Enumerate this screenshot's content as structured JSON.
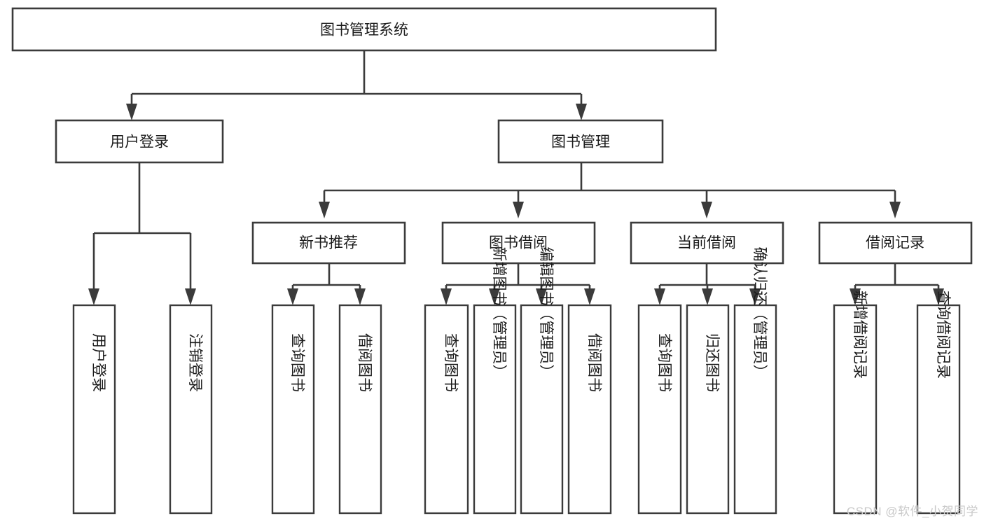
{
  "diagram": {
    "title": "图书管理系统",
    "watermark": "CSDN @软件_小贺同学",
    "colors": {
      "stroke": "#3b3b3b",
      "fill": "#ffffff",
      "text": "#1b1b1b",
      "watermark": "#c9c9c9"
    },
    "root": {
      "label": "图书管理系统"
    },
    "level1": [
      {
        "label": "用户登录"
      },
      {
        "label": "图书管理"
      }
    ],
    "level2": [
      {
        "label": "新书推荐"
      },
      {
        "label": "图书借阅"
      },
      {
        "label": "当前借阅"
      },
      {
        "label": "借阅记录"
      }
    ],
    "leaves": {
      "user_login": [
        {
          "label": "用户登录"
        },
        {
          "label": "注销登录"
        }
      ],
      "new_book_recommend": [
        {
          "label": "查询图书"
        },
        {
          "label": "借阅图书"
        }
      ],
      "book_borrow": [
        {
          "label": "查询图书"
        },
        {
          "label": "新增图书（管理员）"
        },
        {
          "label": "编辑图书（管理员）"
        },
        {
          "label": "借阅图书"
        }
      ],
      "current_borrow": [
        {
          "label": "查询图书"
        },
        {
          "label": "归还图书"
        },
        {
          "label": "确认归还（管理员）"
        }
      ],
      "borrow_record": [
        {
          "label": "新增借阅记录"
        },
        {
          "label": "查询借阅记录"
        }
      ]
    }
  }
}
